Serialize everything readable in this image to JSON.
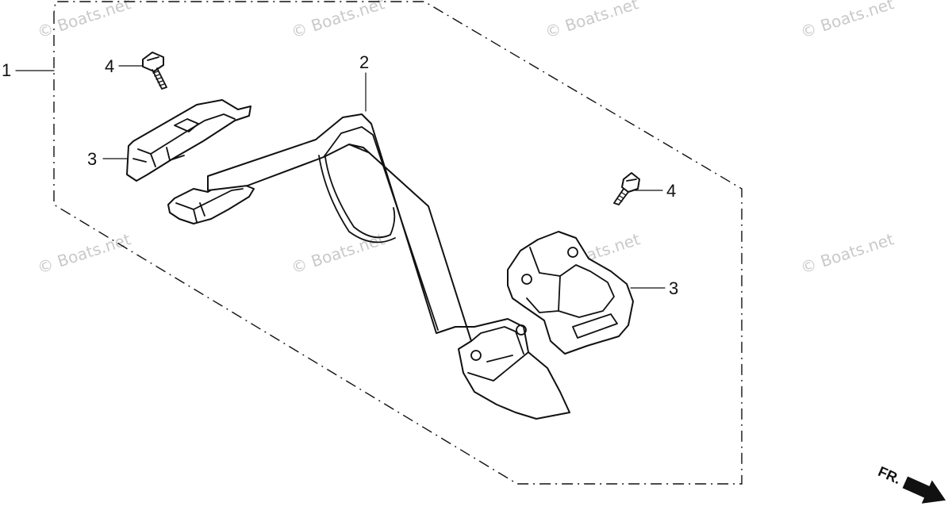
{
  "watermark": "© Boats.net",
  "callouts": [
    {
      "id": "1",
      "label": "1"
    },
    {
      "id": "2",
      "label": "2"
    },
    {
      "id": "3a",
      "label": "3"
    },
    {
      "id": "3b",
      "label": "3"
    },
    {
      "id": "4a",
      "label": "4"
    },
    {
      "id": "4b",
      "label": "4"
    }
  ],
  "direction_marker": {
    "label": "FR."
  }
}
